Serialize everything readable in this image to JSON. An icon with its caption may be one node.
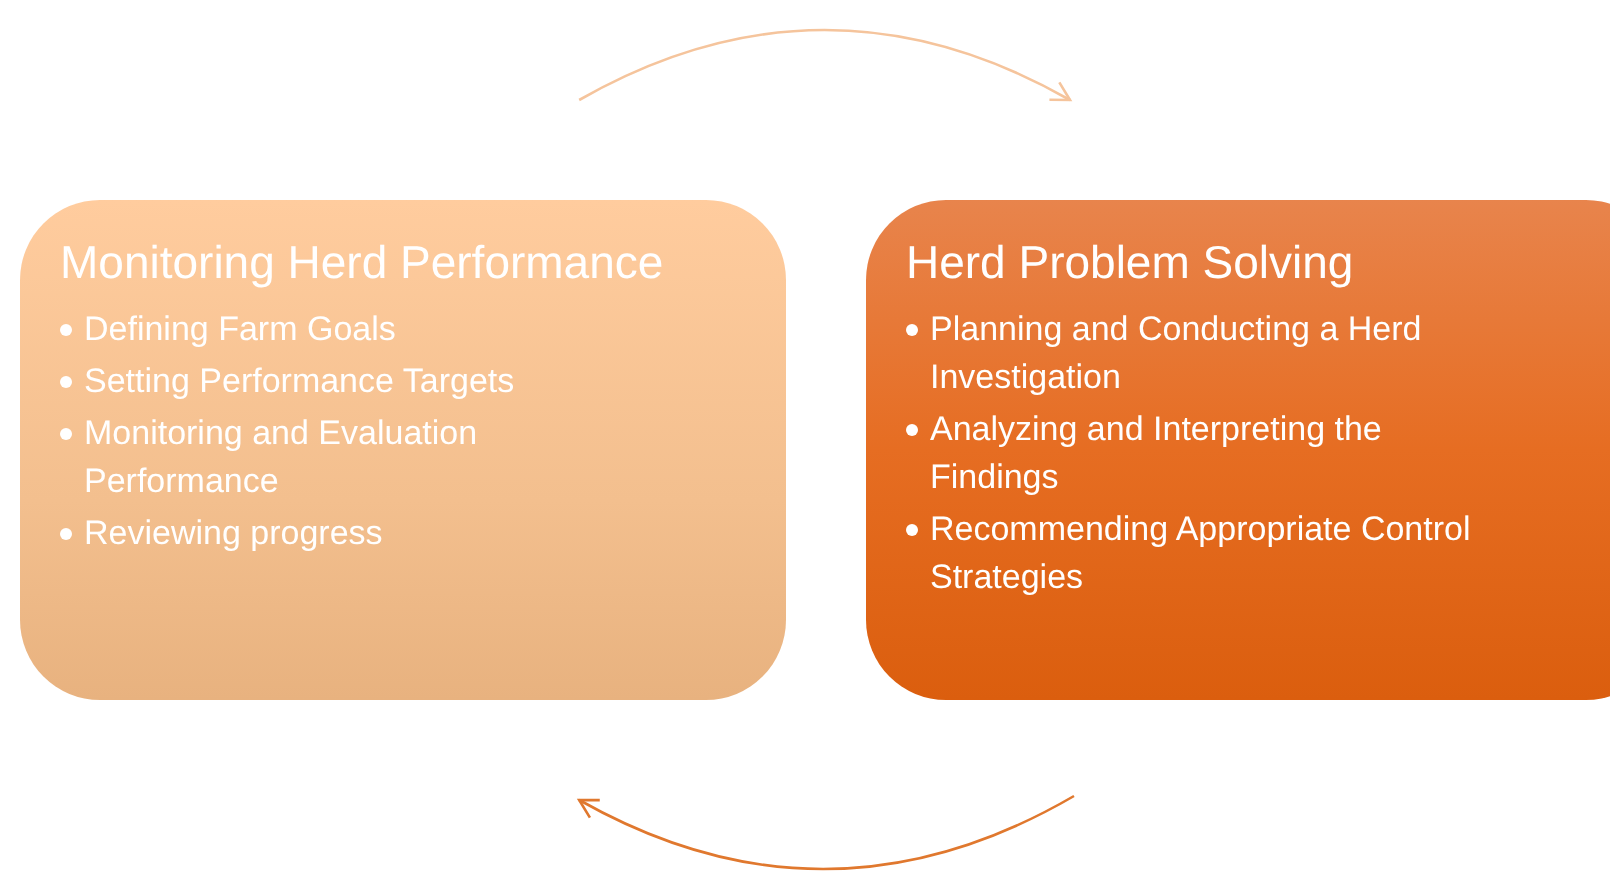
{
  "diagram": {
    "nodes": [
      {
        "text": [
          "Monitoring Herd Performance",
          "Defining Farm Goals",
          "Setting Performance Targets",
          "Monitoring and Evaluation Performance",
          "Reviewing progress"
        ]
      },
      {
        "text": [
          "Herd Problem Solving",
          "Planning and Conducting a Herd Investigation",
          "Analyzing and Interpreting the Findings",
          "Recommending Appropriate Control Strategies"
        ]
      }
    ],
    "edges": [
      {
        "from": 0,
        "to": 1,
        "arrow": "to",
        "color": "#f5c49c"
      },
      {
        "from": 1,
        "to": 0,
        "arrow": "to",
        "color": "#e0782e"
      }
    ]
  }
}
